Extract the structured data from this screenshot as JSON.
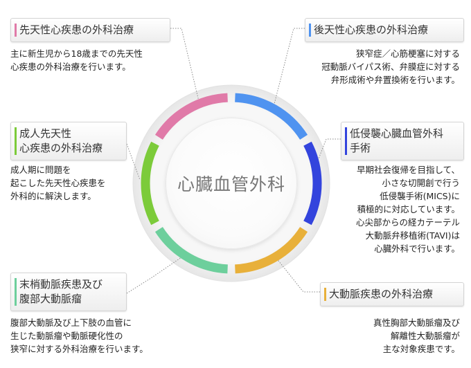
{
  "center": {
    "title": "心臓血管外科"
  },
  "colors": {
    "pink": "#e07aa8",
    "blue": "#4f93f0",
    "navy": "#3344dd",
    "yellow": "#e8b03a",
    "teal": "#6dcf9c",
    "green": "#7ccb3a"
  },
  "sections": {
    "congenital": {
      "label": [
        "先天性心疾患の外科治療"
      ],
      "desc": [
        "主に新生児から18歳までの先天性",
        "心疾患の外科治療を行います。"
      ]
    },
    "acquired": {
      "label": [
        "後天性心疾患の外科治療"
      ],
      "desc": [
        "狭窄症／心筋梗塞に対する",
        "冠動脈バイパス術、弁膜症に対する",
        "弁形成術や弁置換術を行います。"
      ]
    },
    "adult_congenital": {
      "label": [
        "成人先天性",
        "心疾患の外科治療"
      ],
      "desc": [
        "成人期に問題を",
        "起こした先天性心疾患を",
        "外科的に解決します。"
      ]
    },
    "minimally_invasive": {
      "label": [
        "低侵襲心臓血管外科",
        "手術"
      ],
      "desc": [
        "早期社会復帰を目指して、",
        "小さな切開創で行う",
        "低侵襲手術(MICS)に",
        "積極的に対応しています。",
        "心尖部からの経カテーテル",
        "大動脈弁移植術(TAVI)は",
        "心臓外科で行います。"
      ]
    },
    "peripheral": {
      "label": [
        "末梢動脈疾患及び",
        "腹部大動脈瘤"
      ],
      "desc": [
        "腹部大動脈及び上下肢の血管に",
        "生じた動脈瘤や動脈硬化性の",
        "狭窄に対する外科治療を行います。"
      ]
    },
    "aortic": {
      "label": [
        "大動脈疾患の外科治療"
      ],
      "desc": [
        "真性胸部大動脈瘤及び",
        "解離性大動脈瘤が",
        "主な対象疾患です。"
      ]
    }
  }
}
